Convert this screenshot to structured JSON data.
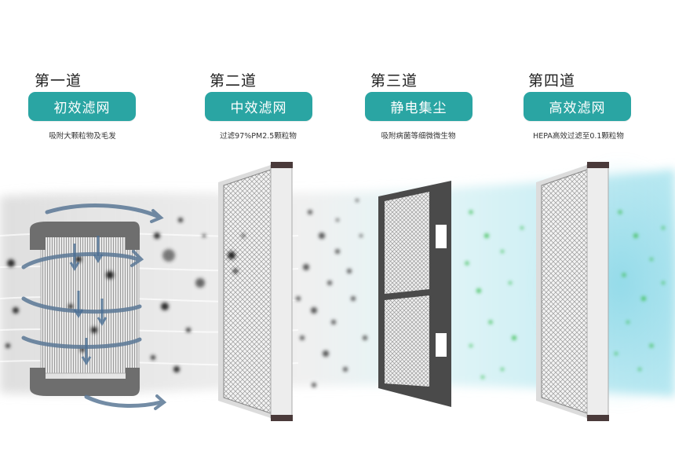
{
  "stages": [
    {
      "label": "第一道",
      "name": "初效滤网",
      "desc": "吸附大颗粒物及毛发"
    },
    {
      "label": "第二道",
      "name": "中效滤网",
      "desc": "过滤97%PM2.5颗粒物"
    },
    {
      "label": "第三道",
      "name": "静电集尘",
      "desc": "吸附病菌等细微微生物"
    },
    {
      "label": "第四道",
      "name": "高效滤网",
      "desc": "HEPA高效过滤至0.1颗粒物"
    }
  ],
  "colors": {
    "accent": "#2aa5a3",
    "dirty_particle": "#333333",
    "clean_particle": "#3fbf58",
    "clean_air": "#9fe0ec",
    "arrow": "#5b7896"
  }
}
